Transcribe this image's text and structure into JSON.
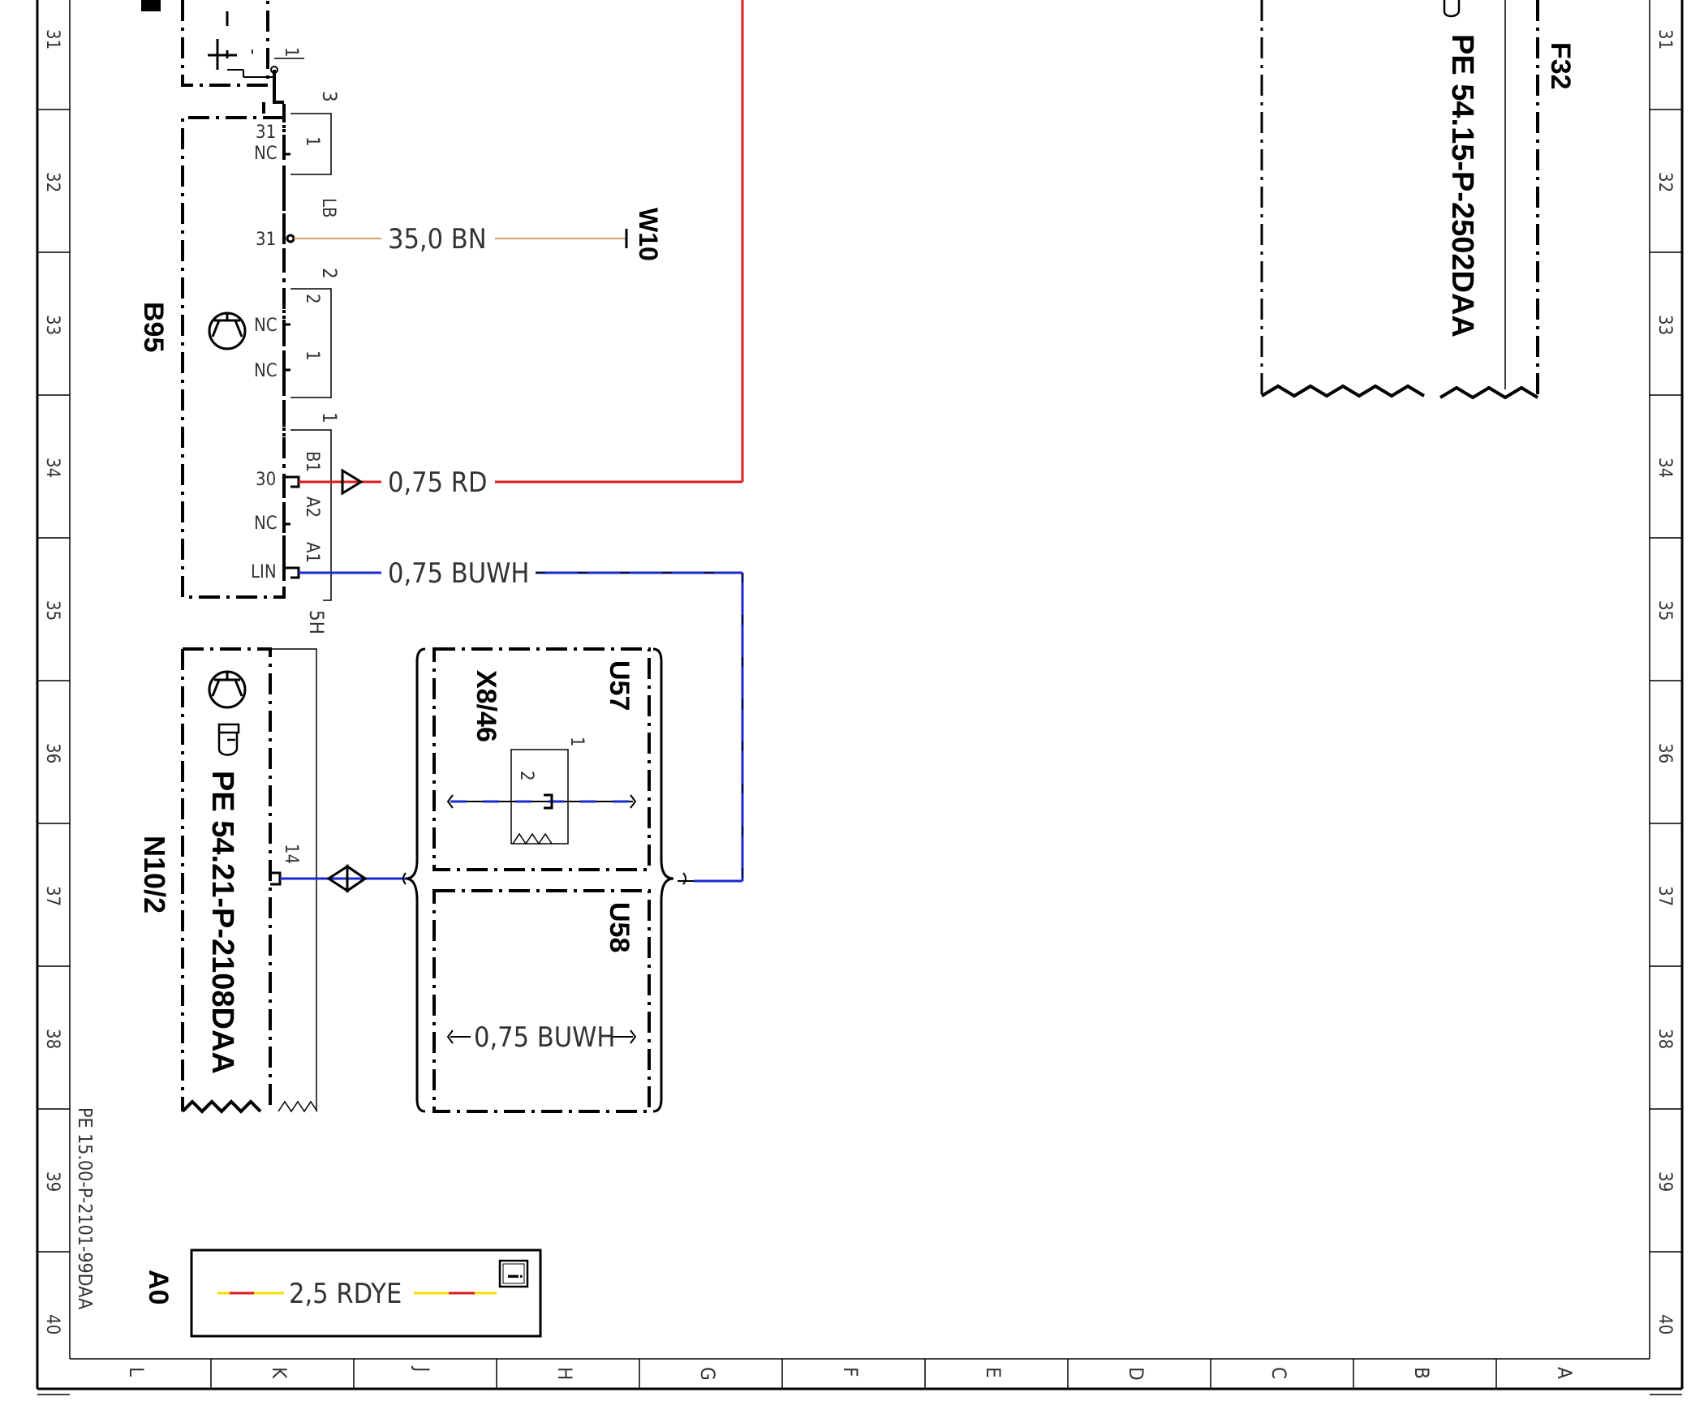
{
  "frame": {
    "row_numbers": [
      "31",
      "32",
      "33",
      "34",
      "35",
      "36",
      "37",
      "38",
      "39",
      "40"
    ],
    "column_letters": [
      "L",
      "K",
      "J",
      "H",
      "G",
      "F",
      "E",
      "D",
      "C",
      "B",
      "A"
    ]
  },
  "doc_reference": "PE 15.00-P-2101-99DAA",
  "components": {
    "b95": {
      "label": "B95",
      "pins": [
        "31",
        "31",
        "NC",
        "NC",
        "30",
        "NC",
        "LIN"
      ],
      "nc_top": "NC",
      "bracket_3_num": "3",
      "bracket_3_pin": "1",
      "lb": "LB",
      "bracket_2_num": "2",
      "bracket_2_pins": [
        "2",
        "1"
      ],
      "bracket_1_num": "1",
      "bracket_1_pins": [
        "B1",
        "A2",
        "A1"
      ],
      "sh": "5H"
    },
    "g1_fragment": {
      "pin": "1",
      "minus": "-"
    },
    "n10": {
      "label": "N10/2",
      "ref": "PE 54.21-P-2108DAA",
      "pin": "14"
    },
    "f32": {
      "label": "F32",
      "ref": "PE 54.15-P-2502DAA"
    },
    "w10": {
      "label": "W10"
    },
    "u57": {
      "label": "U57",
      "connector": "X8/46",
      "pins": [
        "1",
        "2"
      ]
    },
    "u58": {
      "label": "U58",
      "wire": "0,75 BUWH"
    }
  },
  "wires": {
    "ground": "35,0 BN",
    "supply": "0,75 RD",
    "lin": "0,75 BUWH"
  },
  "legend": {
    "label": "A0",
    "wire": "2,5 RDYE",
    "info_icon": "i"
  },
  "colors": {
    "red": "#d81e1e",
    "brown": "#d4a070",
    "blue": "#1a2ad0",
    "yellow": "#f0e000",
    "ink": "#000000"
  }
}
